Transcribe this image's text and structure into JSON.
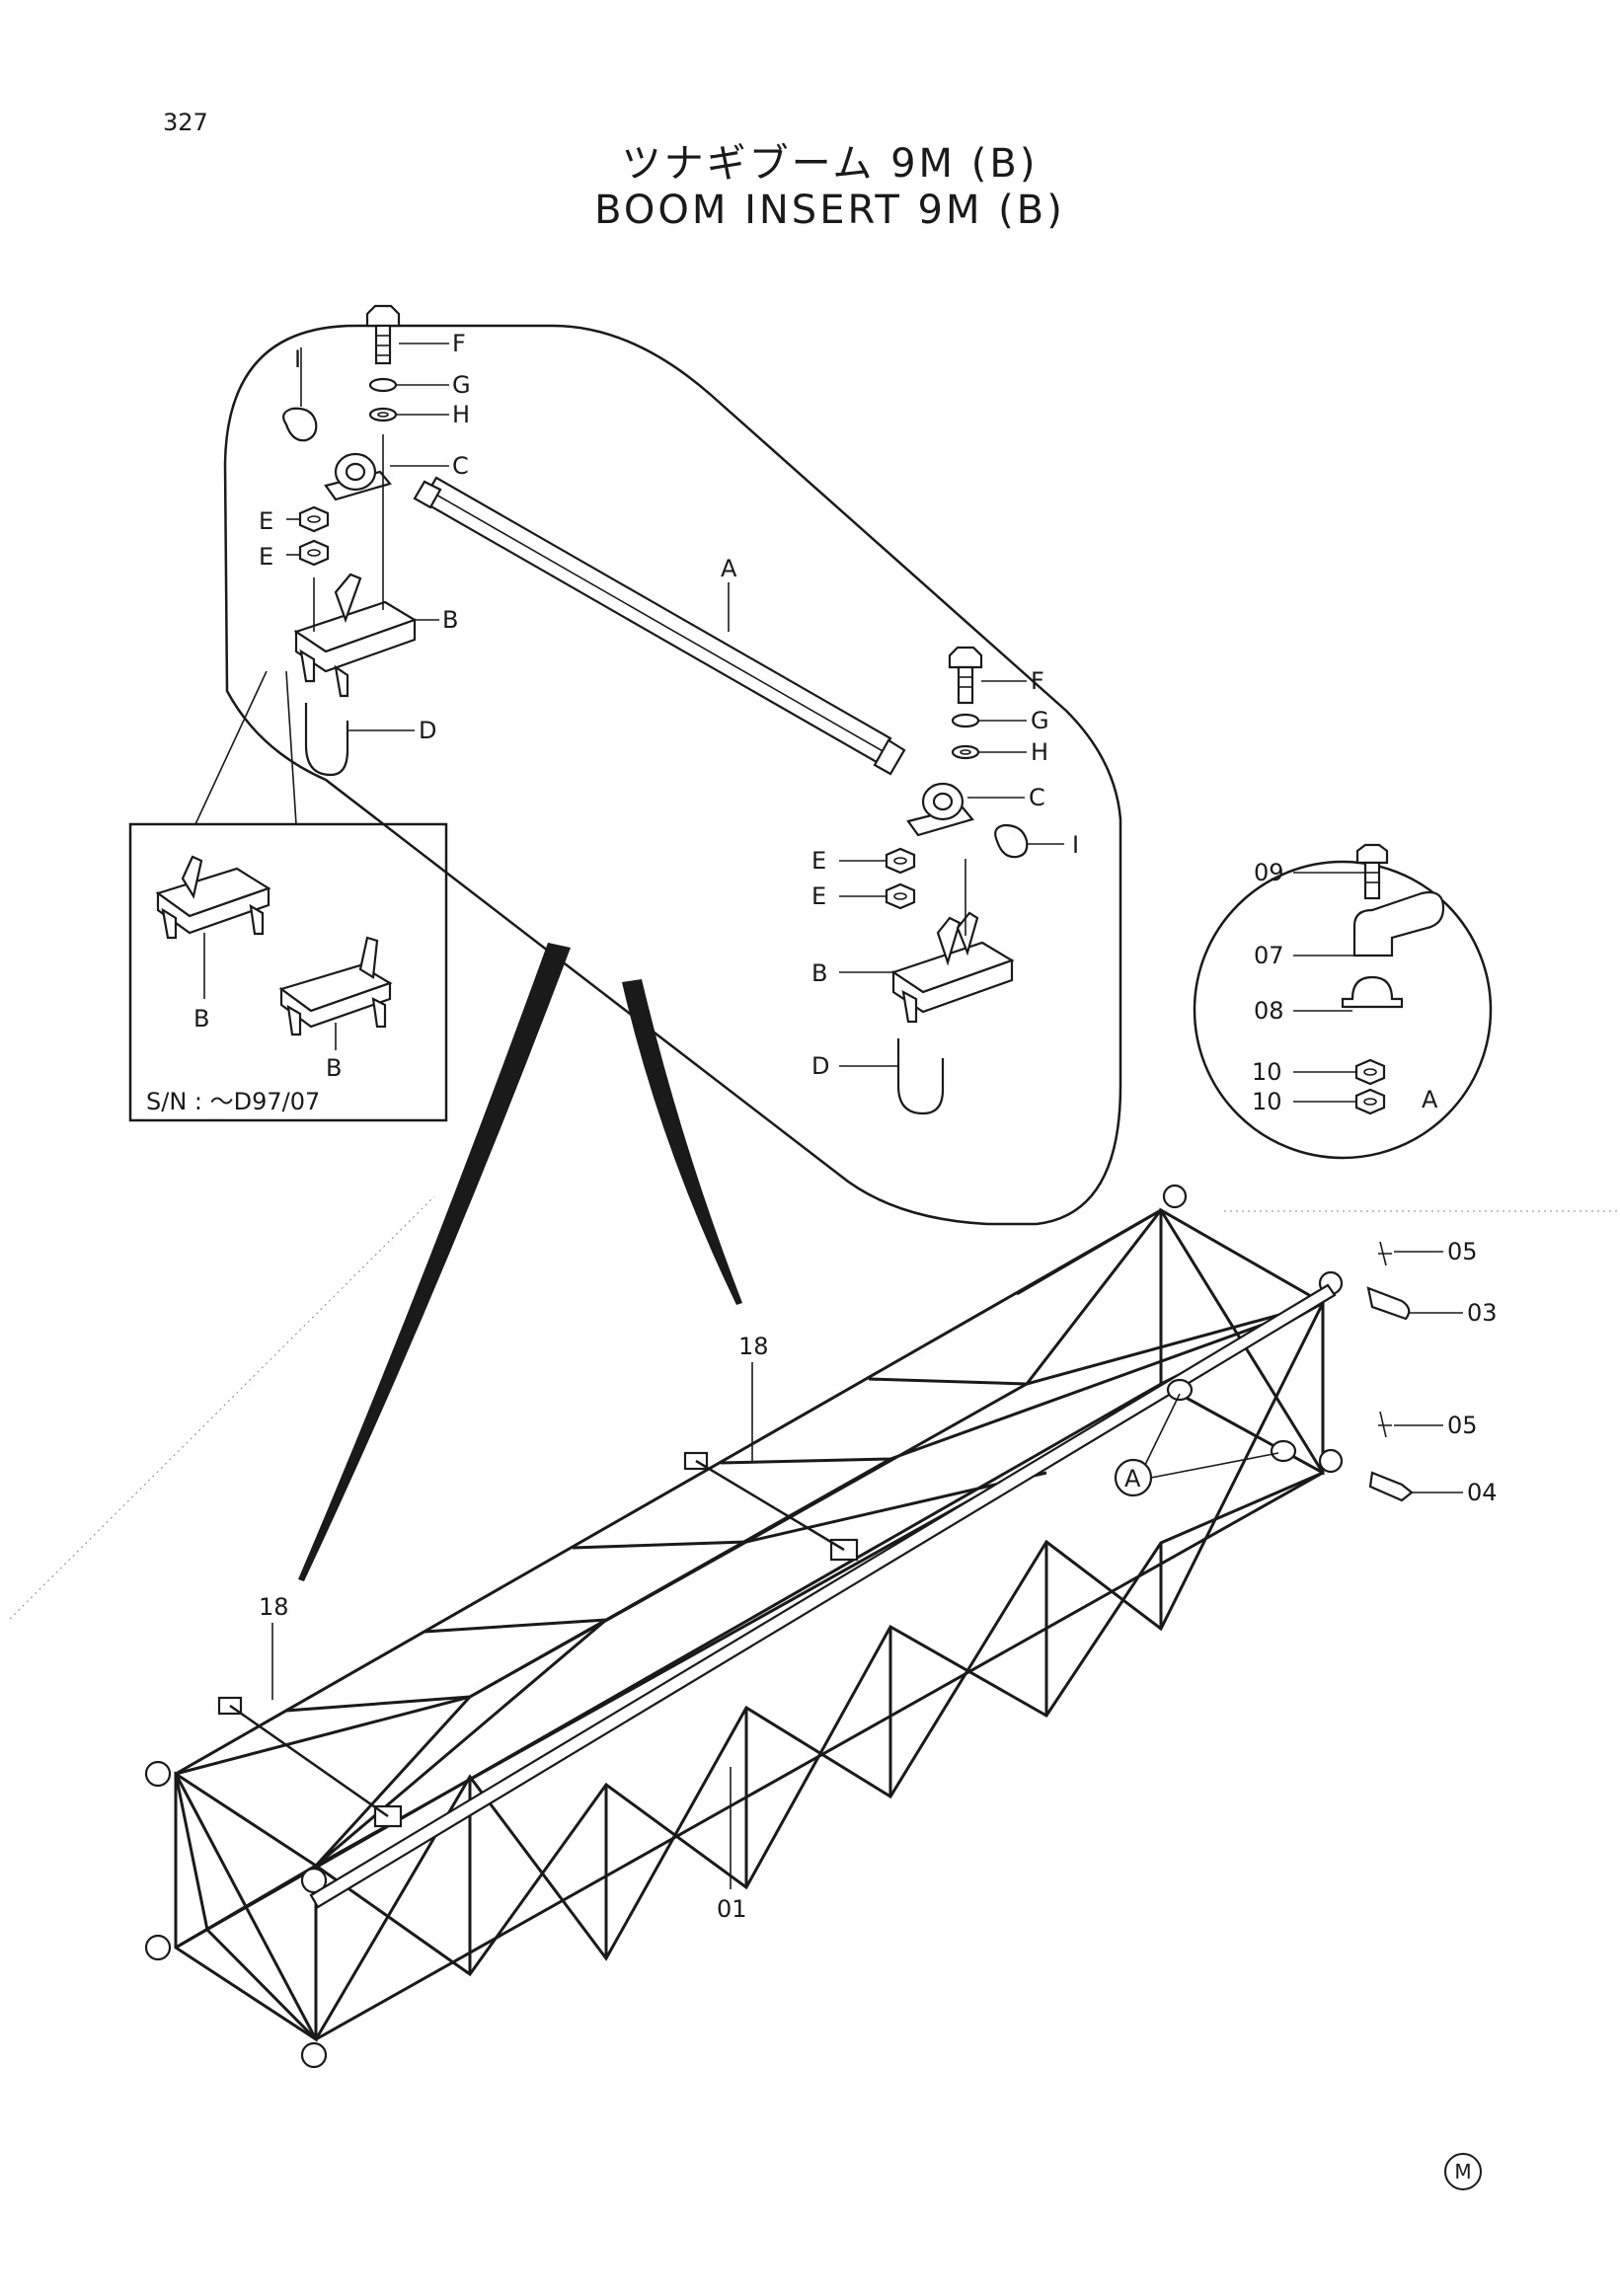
{
  "page_number": "327",
  "title_jp": "ツナギブーム 9M (B)",
  "title_en": "BOOM INSERT 9M (B)",
  "callouts": {
    "A": "A",
    "B": "B",
    "C": "C",
    "D": "D",
    "E": "E",
    "F": "F",
    "G": "G",
    "H": "H",
    "I": "I"
  },
  "part_numbers": {
    "p01": "01",
    "p03": "03",
    "p04": "04",
    "p05": "05",
    "p07": "07",
    "p08": "08",
    "p09": "09",
    "p10": "10",
    "p18": "18"
  },
  "inset_note": "S/N :  〜D97/07",
  "detail_a_label": "A",
  "manufacturer_mark": "M"
}
